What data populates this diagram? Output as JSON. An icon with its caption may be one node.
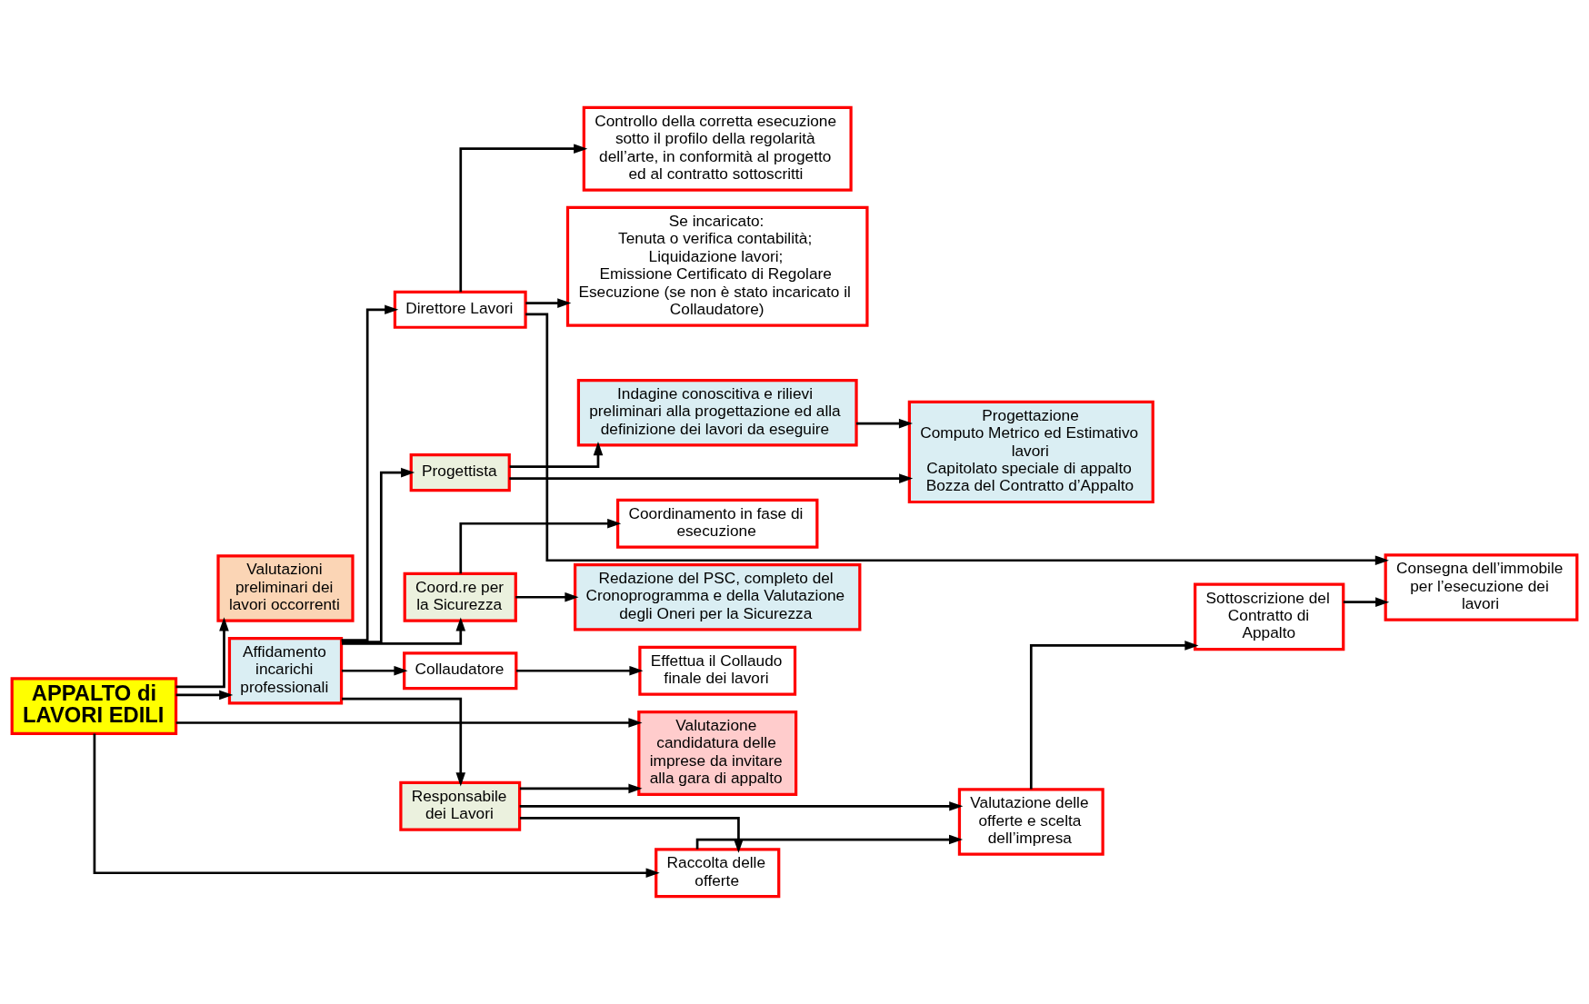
{
  "diagram": {
    "nodes": [
      {
        "text": [
          "Valutazioni preliminari dei lavori occorrenti"
        ]
      },
      {
        "text": [
          "Affidamento incarichi professionali"
        ]
      },
      {
        "text": [
          "Progettista"
        ]
      },
      {
        "text": [
          "Indagine conoscitiva e rilievi preliminari alla progettazione ed alla definizione dei lavori da eseguire"
        ]
      },
      {
        "text": [
          "APPALTO di LAVORI EDILI"
        ]
      },
      {
        "text": [
          "Valutazione candidatura delle imprese da invitare alla gara di appalto"
        ]
      },
      {
        "text": [
          "Coord.re per la Sicurezza"
        ]
      },
      {
        "text": [
          "Progettazione",
          "Computo Metrico ed Estimativo lavori",
          "Capitolato speciale di appalto",
          "Bozza del Contratto d’Appalto"
        ]
      },
      {
        "text": [
          "Responsabile dei Lavori"
        ]
      },
      {
        "text": [
          "Redazione del PSC, completo del Cronoprogramma e della Valutazione degli Oneri per la Sicurezza"
        ]
      },
      {
        "text": [
          "Raccolta delle offerte"
        ]
      },
      {
        "text": [
          "Coordinamento in fase di esecuzione"
        ]
      },
      {
        "text": [
          "Controllo della corretta esecuzione sotto il profilo della regolarità dell’arte, in conformità al progetto ed al contratto sottoscritti"
        ]
      },
      {
        "text": [
          "Direttore Lavori"
        ]
      },
      {
        "text": [
          "Valutazione delle offerte e scelta dell’impresa"
        ]
      },
      {
        "text": [
          "Sottoscrizione del Contratto di Appalto"
        ]
      },
      {
        "text": [
          "Collaudatore"
        ]
      },
      {
        "text": [
          "Se incaricato:",
          "Tenuta o verifica contabilità;",
          "Liquidazione lavori;",
          "Emissione Certificato di Regolare Esecuzione (se non è stato incaricato il Collaudatore)"
        ]
      },
      {
        "text": [
          "Effettua il Collaudo finale dei lavori"
        ]
      },
      {
        "text": [
          "Consegna dell’immobile per l’esecuzione dei lavori"
        ]
      }
    ],
    "edges": [
      {
        "from": 4,
        "to": 0,
        "arrow": "to"
      },
      {
        "from": 4,
        "to": 1,
        "arrow": "to"
      },
      {
        "from": 4,
        "to": 5,
        "arrow": "to"
      },
      {
        "from": 4,
        "to": 10,
        "arrow": "to"
      },
      {
        "from": 1,
        "to": 2,
        "arrow": "to"
      },
      {
        "from": 1,
        "to": 6,
        "arrow": "to"
      },
      {
        "from": 1,
        "to": 8,
        "arrow": "to"
      },
      {
        "from": 1,
        "to": 13,
        "arrow": "to"
      },
      {
        "from": 1,
        "to": 16,
        "arrow": "to"
      },
      {
        "from": 2,
        "to": 3,
        "arrow": "to"
      },
      {
        "from": 2,
        "to": 7,
        "arrow": "to"
      },
      {
        "from": 3,
        "to": 7,
        "arrow": "to"
      },
      {
        "from": 6,
        "to": 9,
        "arrow": "to"
      },
      {
        "from": 6,
        "to": 11,
        "arrow": "to"
      },
      {
        "from": 8,
        "to": 5,
        "arrow": "to"
      },
      {
        "from": 8,
        "to": 10,
        "arrow": "to"
      },
      {
        "from": 8,
        "to": 14,
        "arrow": "to"
      },
      {
        "from": 10,
        "to": 14,
        "arrow": "to"
      },
      {
        "from": 14,
        "to": 15,
        "arrow": "to"
      },
      {
        "from": 15,
        "to": 19,
        "arrow": "to"
      },
      {
        "from": 13,
        "to": 12,
        "arrow": "to"
      },
      {
        "from": 13,
        "to": 17,
        "arrow": "to"
      },
      {
        "from": 13,
        "to": 19,
        "arrow": "to"
      },
      {
        "from": 16,
        "to": 18,
        "arrow": "to"
      }
    ]
  }
}
